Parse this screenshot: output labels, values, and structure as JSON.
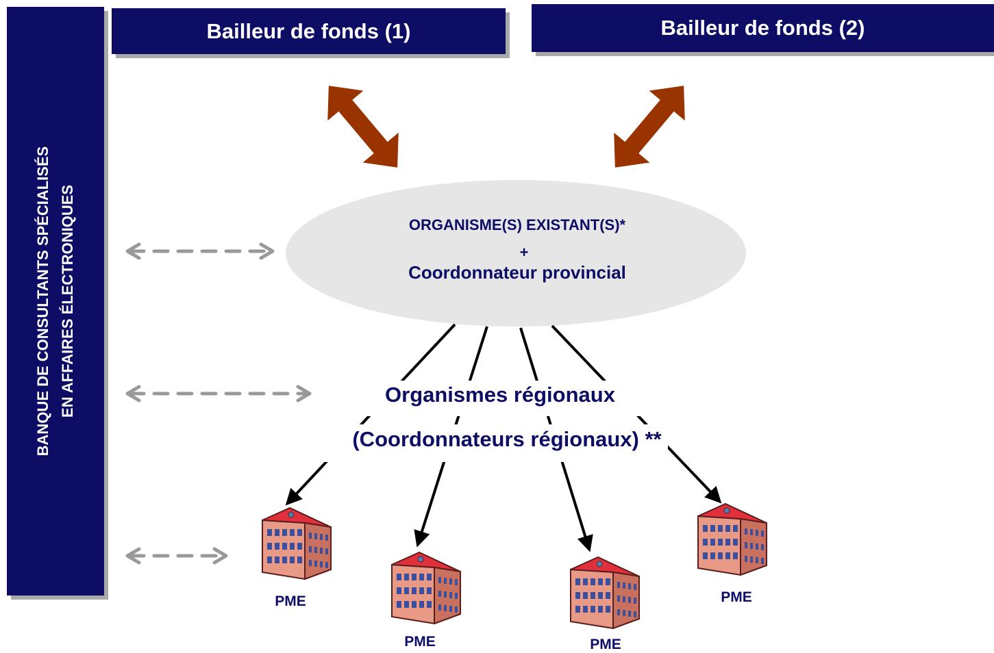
{
  "funders": {
    "funder1": "Bailleur de fonds (1)",
    "funder2": "Bailleur de fonds (2)"
  },
  "sidebar": {
    "line1": "BANQUE DE CONSULTANTS SPÉCIALISÉS",
    "line2": "EN AFFAIRES ÉLECTRONIQUES"
  },
  "central": {
    "line1": "ORGANISME(S) EXISTANT(S)*",
    "plus": "+",
    "line2": "Coordonnateur provincial"
  },
  "regional": {
    "line1": "Organismes régionaux",
    "line2": "(Coordonnateurs régionaux) **"
  },
  "pme": [
    "PME",
    "PME",
    "PME",
    "PME"
  ],
  "colors": {
    "navy": "#0d0d66",
    "arrow_brown": "#993300",
    "ellipse": "#e6e6e6",
    "dashed_gray": "#999999",
    "building_wall": "#e99a86",
    "building_roof": "#e0303b"
  },
  "icons": [
    "double-arrow-icon",
    "dashed-double-arrow-icon",
    "building-icon"
  ]
}
